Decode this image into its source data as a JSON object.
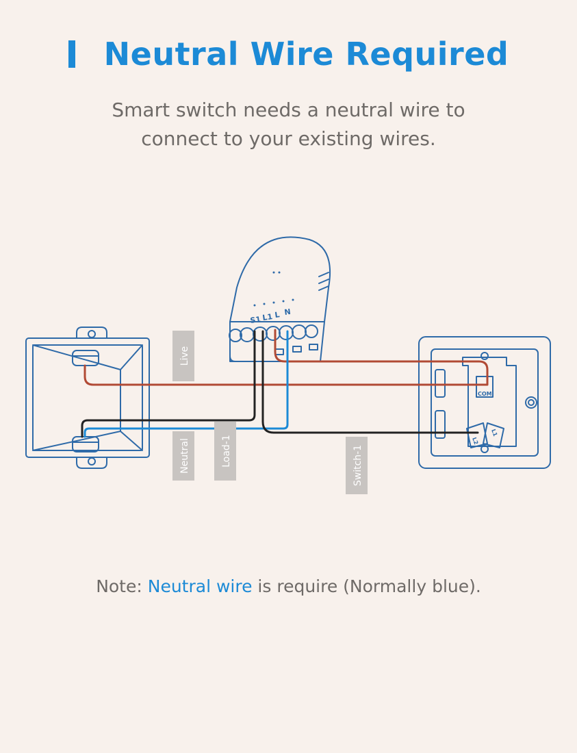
{
  "header": {
    "title": "Neutral Wire Required",
    "subtitle_line1": "Smart switch needs a neutral wire to",
    "subtitle_line2": "connect to your existing wires."
  },
  "diagram": {
    "wire_labels": {
      "live": "Live",
      "neutral": "Neutral",
      "load": "Load-1",
      "switch": "Switch-1"
    },
    "module_terminals": [
      "S1",
      "L1",
      "L",
      "N"
    ],
    "switch_terminals": {
      "com": "COM",
      "l2": "L2",
      "l1": "L1"
    },
    "colors": {
      "outline": "#2e6aa8",
      "live_wire": "#b14a35",
      "neutral_wire": "#1c8ad6",
      "black_wire": "#222222",
      "label_bg": "#c8c4c1"
    }
  },
  "note": {
    "prefix": "Note: ",
    "highlight": "Neutral wire",
    "suffix": " is require (Normally blue)."
  }
}
